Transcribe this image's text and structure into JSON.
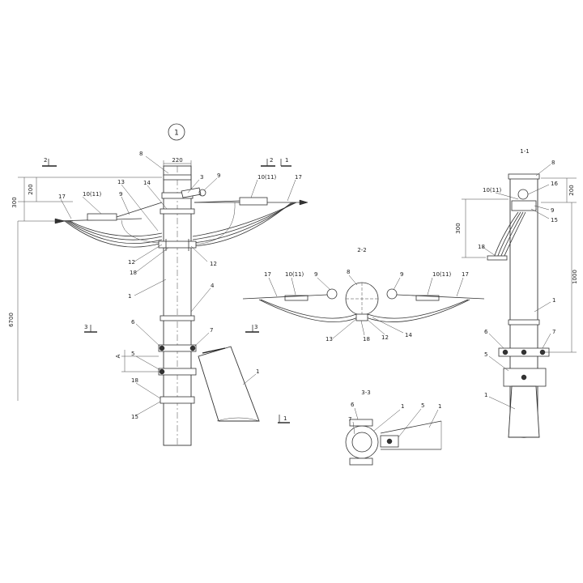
{
  "views": {
    "main_marker": "1",
    "view_1_1": "1-1",
    "view_2_2": "2-2",
    "view_3_3": "3-3",
    "cut_2": "2",
    "cut_1": "1",
    "cut_3": "3"
  },
  "dimensions": {
    "d220": "220",
    "d200_left": "200",
    "d300_left": "300",
    "d6700": "6700",
    "d200_right": "200",
    "d300_right": "300",
    "d1000": "1000",
    "dA": "A"
  },
  "labels": {
    "l8": "8",
    "l3": "3",
    "l9": "9",
    "l10_11": "10(11)",
    "l17": "17",
    "l13": "13",
    "l14": "14",
    "l12": "12",
    "l18": "18",
    "l1": "1",
    "l4": "4",
    "l6": "6",
    "l7": "7",
    "l5": "5",
    "l16": "16",
    "l15": "15"
  }
}
